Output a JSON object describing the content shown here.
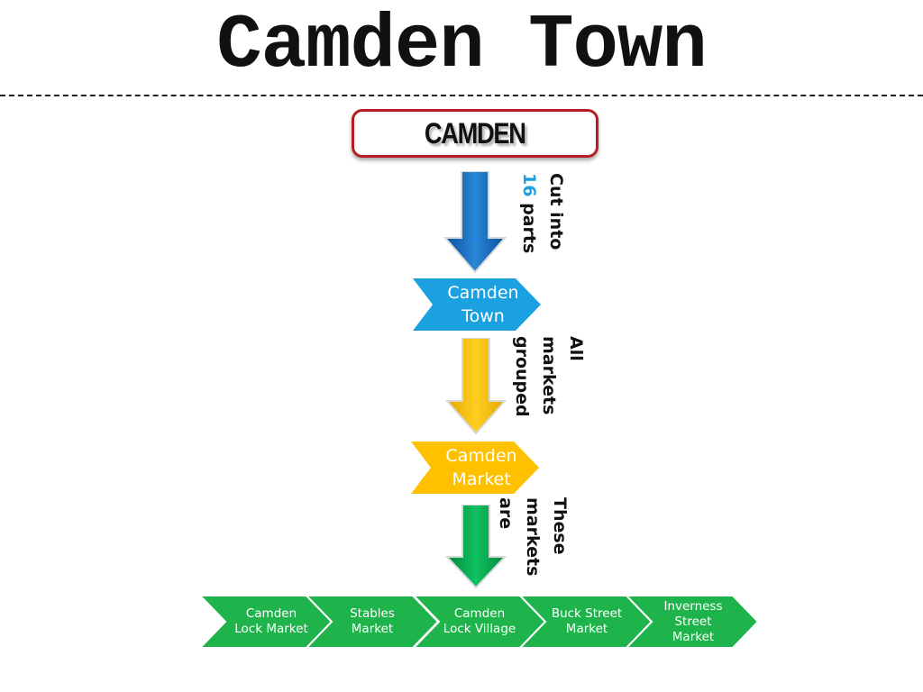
{
  "title": "Camden Town",
  "root": {
    "label": "CAMDEN"
  },
  "steps": [
    {
      "label": "Cut into",
      "number": "16",
      "suffix": "parts"
    },
    {
      "label": "All markets grouped"
    },
    {
      "label": "These markets are"
    }
  ],
  "nodes": {
    "camden_town": {
      "line1": "Camden",
      "line2": "Town"
    },
    "camden_market": {
      "line1": "Camden",
      "line2": "Market"
    }
  },
  "markets": [
    {
      "line1": "Camden",
      "line2": "Lock Market"
    },
    {
      "line1": "Stables",
      "line2": "Market"
    },
    {
      "line1": "Camden",
      "line2": "Lock Village"
    },
    {
      "line1": "Buck Street",
      "line2": "Market"
    },
    {
      "line1": "Inverness",
      "line2": "Street",
      "line3": "Market"
    }
  ],
  "colors": {
    "root_border": "#b51f24",
    "arrow_blue": "#1a6fc4",
    "arrow_yellow": "#ffc000",
    "arrow_green": "#00b050",
    "node_blue": "#1ba1e2",
    "node_yellow": "#ffc000",
    "market_green": "#1fb44b",
    "accent_number": "#1ba1e2"
  }
}
